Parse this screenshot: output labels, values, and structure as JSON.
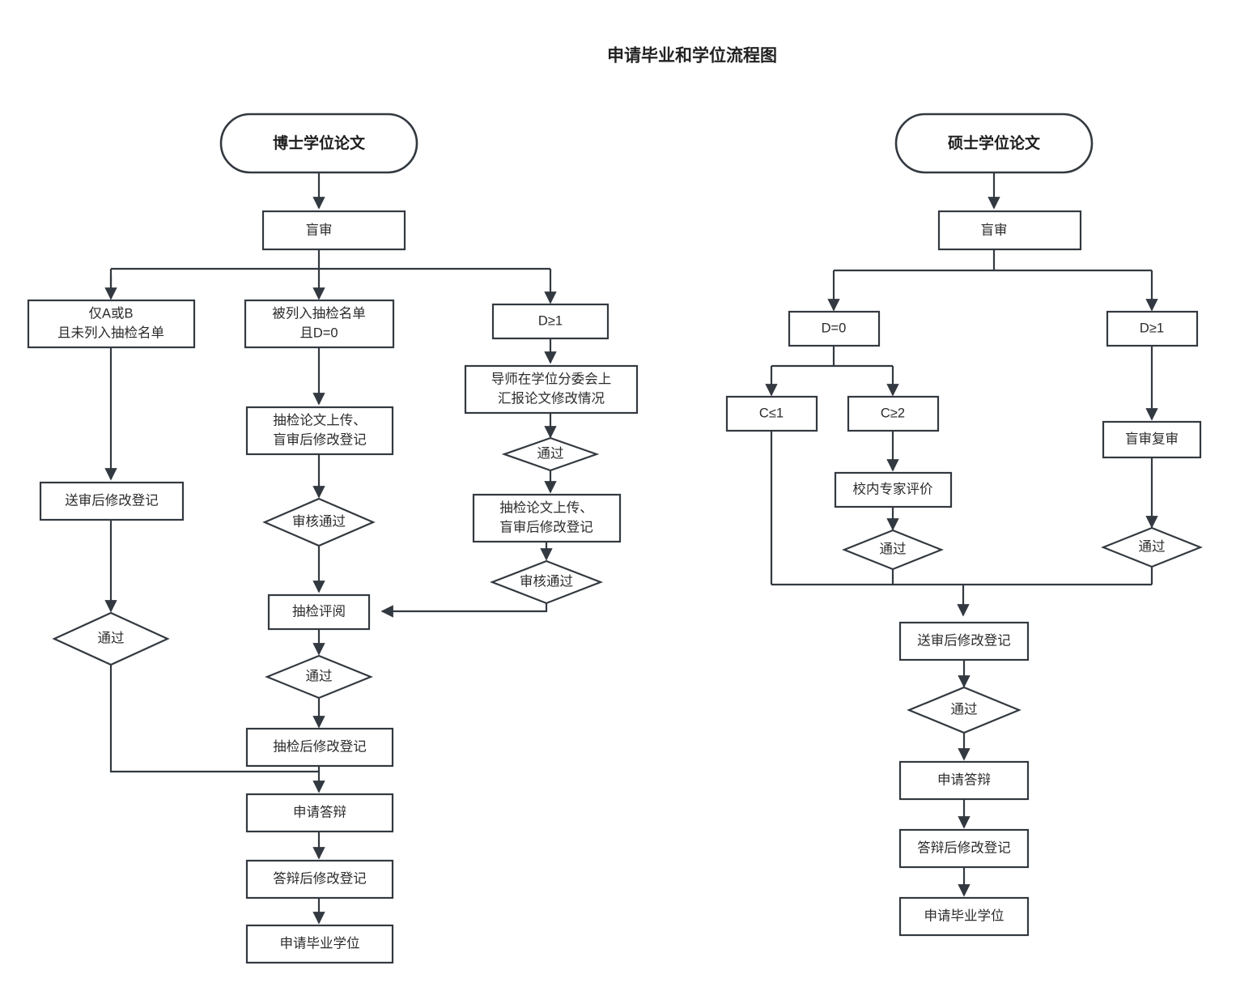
{
  "title": "申请毕业和学位流程图",
  "colors": {
    "stroke": "#333940",
    "fill": "#ffffff",
    "text": "#2b2b2b",
    "title": "#222222",
    "background": "#ffffff"
  },
  "doctoral": {
    "start": "博士学位论文",
    "blind_review": "盲审",
    "branch_a": {
      "condition_line1": "仅A或B",
      "condition_line2": "且未列入抽检名单",
      "step1": "送审后修改登记",
      "decision1": "通过"
    },
    "branch_b": {
      "condition_line1": "被列入抽检名单",
      "condition_line2": "且D=0",
      "step1_line1": "抽检论文上传、",
      "step1_line2": "盲审后修改登记",
      "decision1": "审核通过",
      "step2": "抽检评阅",
      "decision2": "通过",
      "step3": "抽检后修改登记"
    },
    "branch_c": {
      "condition": "D≥1",
      "step1_line1": "导师在学位分委会上",
      "step1_line2": "汇报论文修改情况",
      "decision1": "通过",
      "step2_line1": "抽检论文上传、",
      "step2_line2": "盲审后修改登记",
      "decision2": "审核通过"
    },
    "tail": {
      "apply_defense": "申请答辩",
      "post_defense": "答辩后修改登记",
      "apply_degree": "申请毕业学位"
    }
  },
  "master": {
    "start": "硕士学位论文",
    "blind_review": "盲审",
    "branch_d0": {
      "condition": "D=0",
      "sub_c_low": "C≤1",
      "sub_c_high": "C≥2",
      "expert_review": "校内专家评价",
      "decision": "通过"
    },
    "branch_d1": {
      "condition": "D≥1",
      "recheck": "盲审复审",
      "decision": "通过"
    },
    "tail": {
      "post_submit": "送审后修改登记",
      "decision": "通过",
      "apply_defense": "申请答辩",
      "post_defense": "答辩后修改登记",
      "apply_degree": "申请毕业学位"
    }
  }
}
